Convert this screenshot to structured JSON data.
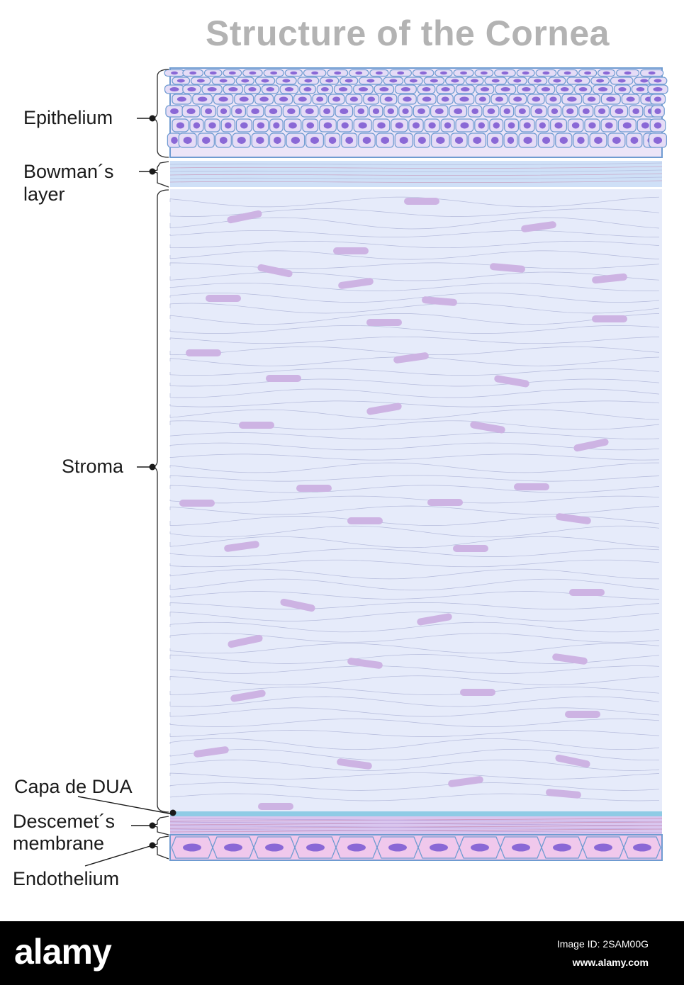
{
  "title": "Structure of the Cornea",
  "labels": {
    "epithelium": "Epithelium",
    "bowman_line1": "Bowman´s",
    "bowman_line2": "layer",
    "stroma": "Stroma",
    "dua": "Capa de DUA",
    "descemet_line1": "Descemet´s",
    "descemet_line2": "membrane",
    "endothelium": "Endothelium"
  },
  "footer": {
    "logo": "alamy",
    "image_id": "Image ID: 2SAM00G",
    "url": "www.alamy.com"
  },
  "colors": {
    "epithelium_cell": "#e5dcf6",
    "epithelium_outline": "#6f9bd1",
    "nucleus": "#8a68d6",
    "bowman": "#cfe0f7",
    "stroma": "#e6ebfa",
    "stroma_fiber": "#a7aed3",
    "keratocyte": "#cdb3e3",
    "dua": "#8fcbe5",
    "descemet": "#d9c6ef",
    "endothelium": "#f0c8ec",
    "bracket": "#2b2b2b"
  }
}
